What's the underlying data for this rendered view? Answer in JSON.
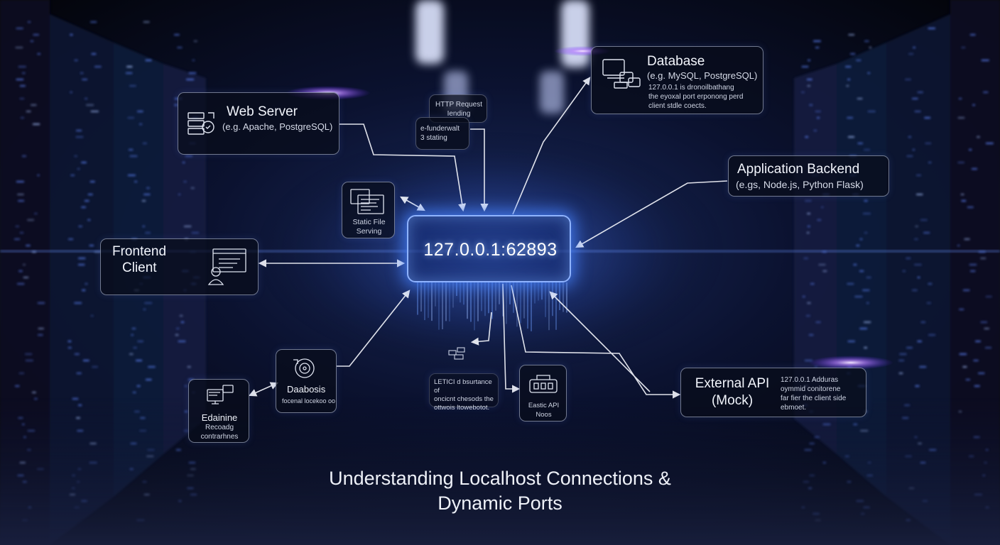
{
  "hub": {
    "address": "127.0.0.1:62893"
  },
  "nodes": {
    "web_server": {
      "title": "Web Server",
      "subtitle": "(e.g. Apache, PostgreSQL)"
    },
    "database": {
      "title": "Database",
      "subtitle": "(e.g. MySQL, PostgreSQL)",
      "notes": [
        "127.0.0.1 is dronoilbathang",
        "the eyoxal port erponong perd",
        "client stdle coects."
      ]
    },
    "http_request": {
      "lines": [
        "HTTP Request",
        "Iending"
      ],
      "notes": [
        "e-funderwalt",
        "3 stating"
      ]
    },
    "static_file": {
      "lines": [
        "Static File",
        "Serving"
      ]
    },
    "application_backend": {
      "title": "Application Backend",
      "subtitle": "(e.gs, Node.js, Python Flask)"
    },
    "frontend_client": {
      "lines": [
        "Frontend",
        "Client"
      ]
    },
    "database_small": {
      "title": "Daabosis",
      "subtitle": "focenal locekoo oo"
    },
    "external_left": {
      "lines": [
        "Edainine",
        "Recoadg",
        "contrarhnes"
      ]
    },
    "center_note": {
      "lines": [
        "LETICI d bsurtance of",
        "oncicnt chesods the",
        "ottwois ltowebotot."
      ]
    },
    "external_api_small": {
      "lines": [
        "Eastic API",
        "Noos"
      ]
    },
    "external_api": {
      "lines": [
        "External API",
        "(Mock)"
      ],
      "notes": [
        "127.0.0.1 Adduras",
        "oymmid conitorene",
        "far fier the client side",
        "ebmoet."
      ]
    }
  },
  "footer": {
    "line1": "Understanding Localhost",
    "line2": "Connections & Dynamic Ports"
  },
  "colors": {
    "background": "#05070f",
    "hub_glow": "#4a82ff",
    "purple_flare": "#b47cff",
    "arrow": "#f2f4fa",
    "node_border": "#c8d2eb"
  },
  "icons": [
    "server-icon",
    "database-icon",
    "document-icon",
    "browser-window-icon",
    "user-icon",
    "disk-icon",
    "monitor-icon",
    "hub-icon",
    "api-icon"
  ]
}
